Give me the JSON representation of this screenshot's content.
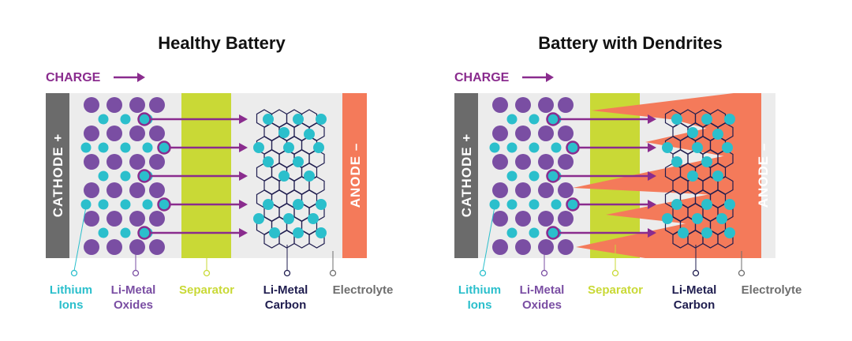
{
  "colors": {
    "lithium": "#2bbfcc",
    "oxide": "#7a4ea3",
    "separator": "#c9d936",
    "carbon": "#1f1d4f",
    "electrolyte": "#6e6e6e",
    "cathode": "#6b6b6b",
    "anode": "#f47a5a",
    "charge": "#8a2c8e",
    "background": "#ececec"
  },
  "panels": [
    {
      "title": "Healthy Battery",
      "charge_label": "CHARGE",
      "cathode_label": "CATHODE +",
      "anode_label": "ANODE –",
      "dendrites": false
    },
    {
      "title": "Battery with Dendrites",
      "charge_label": "CHARGE",
      "cathode_label": "CATHODE +",
      "anode_label": "ANODE –",
      "dendrites": true
    }
  ],
  "legend": [
    {
      "line1": "Lithium",
      "line2": "Ions",
      "color_key": "lithium"
    },
    {
      "line1": "Li-Metal",
      "line2": "Oxides",
      "color_key": "oxide"
    },
    {
      "line1": "Separator",
      "line2": "",
      "color_key": "separator"
    },
    {
      "line1": "Li-Metal",
      "line2": "Carbon",
      "color_key": "carbon"
    },
    {
      "line1": "Electrolyte",
      "line2": "",
      "color_key": "electrolyte"
    }
  ]
}
